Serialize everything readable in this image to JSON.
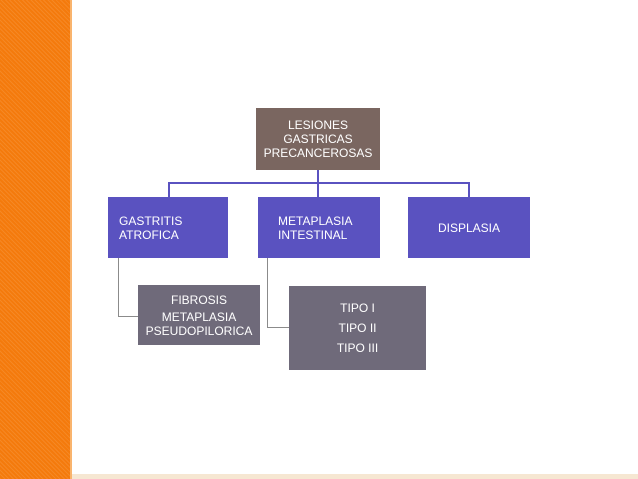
{
  "diagram": {
    "root": {
      "label": "LESIONES\nGASTRICAS\nPRECANCEROSAS"
    },
    "children": [
      {
        "label": "GASTRITIS\nATROFICA",
        "detail": [
          "FIBROSIS",
          "METAPLASIA\nPSEUDOPILORICA"
        ]
      },
      {
        "label": "METAPLASIA\nINTESTINAL",
        "detail": [
          "TIPO  I",
          "TIPO II",
          "TIPO III"
        ]
      },
      {
        "label": "DISPLASIA"
      }
    ]
  },
  "colors": {
    "accent_stripe": "#f47a0c",
    "root_box": "#7a6660",
    "child_box": "#5a52c0",
    "detail_box": "#6f6a7a",
    "connector": "#5a52c0"
  }
}
